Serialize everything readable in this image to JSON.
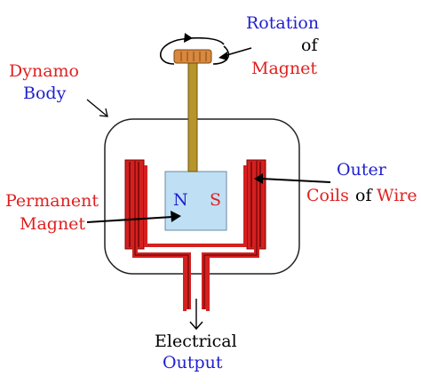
{
  "labels": {
    "rotation": "Rotation",
    "rotation_of": "of",
    "rotation_magnet": "Magnet",
    "dynamo": "Dynamo",
    "body": "Body",
    "outer": "Outer",
    "coils": "Coils",
    "coils_of": "of",
    "wire": "Wire",
    "permanent": "Permanent",
    "magnet": "Magnet",
    "pole_n": "N",
    "pole_s": "S",
    "electrical": "Electrical",
    "output": "Output"
  },
  "colors": {
    "red_text": "#e02020",
    "blue_text": "#1f1fd0",
    "black_text": "#000000",
    "coil": "#d42020",
    "coil_dark": "#7a0000",
    "magnet_fill": "#bfe0f4",
    "handle": "#d9883e",
    "shaft": "#b8952a",
    "body_outline": "#222222"
  }
}
